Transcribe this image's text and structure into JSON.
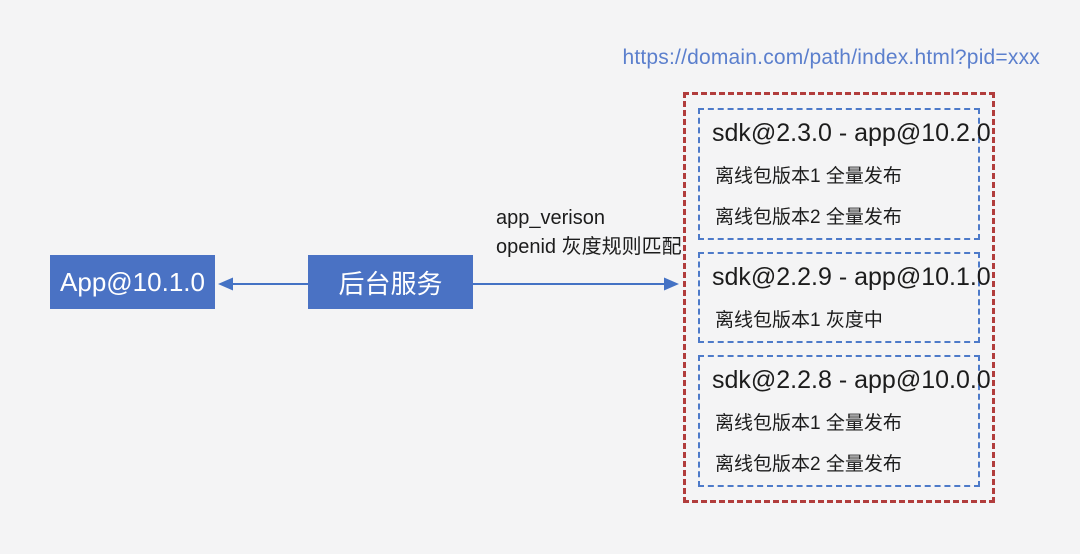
{
  "page": {
    "background": "#f4f4f5"
  },
  "url_label": {
    "text": "https://domain.com/path/index.html?pid=xxx",
    "color": "#5b7fcd"
  },
  "nodes": {
    "app": {
      "label": "App@10.1.0"
    },
    "backend": {
      "label": "后台服务"
    },
    "node_bg": "#4a72c4",
    "node_text_color": "#ffffff"
  },
  "connection": {
    "labels": [
      "app_verison",
      "openid 灰度规则匹配"
    ],
    "arrow_color": "#4472c4"
  },
  "release_group": {
    "border_color": "#b13c3c",
    "card_border_color": "#4d7ac9",
    "cards": [
      {
        "title": "sdk@2.3.0 - app@10.2.0",
        "items": [
          "离线包版本1 全量发布",
          "离线包版本2 全量发布"
        ]
      },
      {
        "title": "sdk@2.2.9 - app@10.1.0",
        "items": [
          "离线包版本1 灰度中"
        ]
      },
      {
        "title": "sdk@2.2.8 - app@10.0.0",
        "items": [
          "离线包版本1 全量发布",
          "离线包版本2 全量发布"
        ]
      }
    ]
  }
}
